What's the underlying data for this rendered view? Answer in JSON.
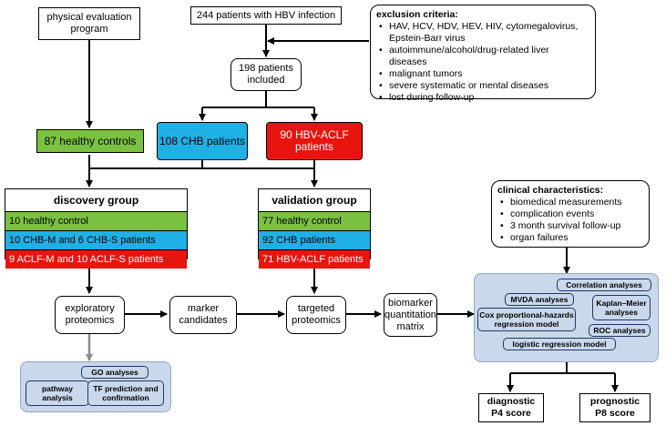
{
  "top": {
    "physical": "physical evaluation program",
    "patients244": "244 patients with HBV infection",
    "patients198": "198 patients included",
    "healthy87": "87 healthy controls",
    "chb108": "108 CHB patients",
    "aclf90": "90 HBV-ACLF patients"
  },
  "exclusion": {
    "title": "exclusion criteria:",
    "items": [
      "HAV, HCV, HDV, HEV, HIV, cytomegalovirus, Epstein-Barr virus",
      "autoimmune/alcohol/drug-related liver diseases",
      "malignant tumors",
      "severe systematic or mental diseases",
      "lost during follow-up"
    ]
  },
  "discovery": {
    "title": "discovery group",
    "rows": [
      "10 healthy control",
      "10 CHB-M and 6 CHB-S patients",
      "9 ACLF-M and 10 ACLF-S patients"
    ]
  },
  "validation": {
    "title": "validation group",
    "rows": [
      "77 healthy control",
      "92 CHB patients",
      "71 HBV-ACLF patients"
    ]
  },
  "clinical": {
    "title": "clinical characteristics:",
    "items": [
      "biomedical measurements",
      "complication events",
      "3 month survival follow-up",
      "organ failures"
    ]
  },
  "flow": {
    "exploratory": "exploratory proteomics",
    "marker": "marker candidates",
    "targeted": "targeted proteomics",
    "biomarker": "biomarker quantitation matrix"
  },
  "analysis_left": {
    "go": "GO analyses",
    "pathway": "pathway analysis",
    "tf": "TF prediction and confirmation"
  },
  "analysis_right": {
    "correlation": "Correlation analyses",
    "mvda": "MVDA analyses",
    "kaplan": "Kaplan–Meier analyses",
    "cox": "Cox proportional-hazards regression model",
    "roc": "ROC analyses",
    "logistic": "logistic regression model"
  },
  "scores": {
    "diagnostic_l1": "diagnostic",
    "diagnostic_l2": "P4 score",
    "prognostic_l1": "prognostic",
    "prognostic_l2": "P8 score"
  },
  "colors": {
    "green": "#7ac142",
    "blue": "#1fb0e6",
    "red": "#e8150f",
    "panel": "#c9d8ea"
  }
}
